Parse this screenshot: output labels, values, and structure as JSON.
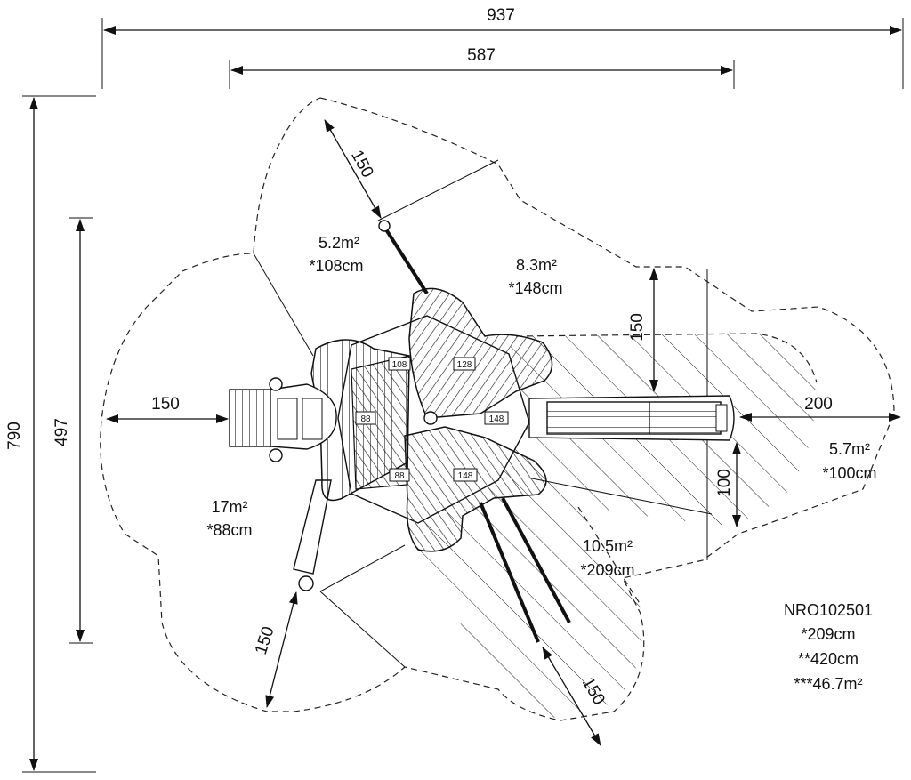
{
  "dimensions": {
    "overall_width": "937",
    "platform_width": "587",
    "overall_height": "790",
    "platform_height": "497",
    "clearance_left": "150",
    "clearance_right": "200",
    "clearance_top": "150",
    "clearance_top_right": "150",
    "clearance_right_small": "100",
    "clearance_bottom_left": "150",
    "clearance_bottom_right": "150"
  },
  "zones": [
    {
      "area": "5.2m²",
      "height": "*108cm"
    },
    {
      "area": "8.3m²",
      "height": "*148cm"
    },
    {
      "area": "5.7m²",
      "height": "*100cm"
    },
    {
      "area": "10.5m²",
      "height": "*209cm"
    },
    {
      "area": "17m²",
      "height": "*88cm"
    }
  ],
  "platform_tags": [
    "108",
    "128",
    "88",
    "148",
    "88",
    "148"
  ],
  "product": {
    "code": "NRO102501",
    "height": "*209cm",
    "fall_height": "**420cm",
    "total_area": "***46.7m²"
  }
}
